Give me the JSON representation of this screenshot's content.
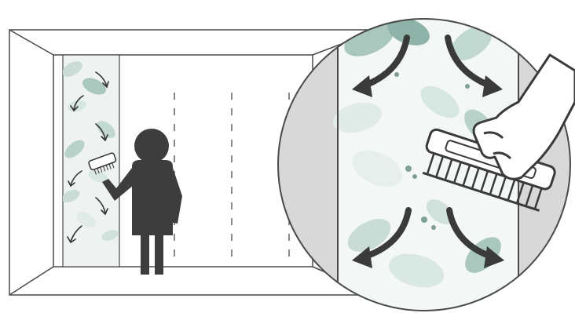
{
  "diagram": {
    "title": "",
    "description_text": "",
    "icons": [
      "room-outline",
      "wallpaper-strip",
      "person-icon",
      "brush-icon",
      "magnifier-circle",
      "hand-icon",
      "arrow-icons"
    ],
    "colors": {
      "outline": "#4a4a4a",
      "person": "#3d3d3d",
      "leaf_dark": "#8fb3a8",
      "leaf_light": "#c9ddd6",
      "leaf_pale": "#e6efec",
      "grey_wall": "#d8d8d8",
      "arrow": "#3a3a3a"
    }
  }
}
